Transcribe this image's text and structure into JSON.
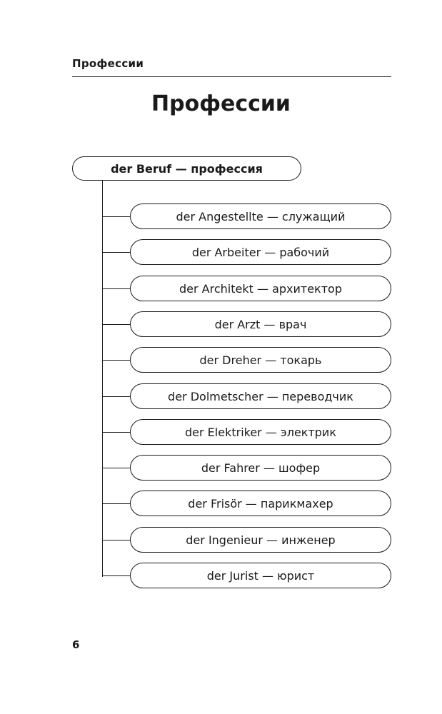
{
  "running_head": "Профессии",
  "title": "Профессии",
  "root": "der Beruf — профессия",
  "items": [
    "der Angestellte — служащий",
    "der Arbeiter — рабочий",
    "der Architekt — архитектор",
    "der Arzt — врач",
    "der Dreher — токарь",
    "der Dolmetscher — переводчик",
    "der Elektriker — электрик",
    "der Fahrer — шофер",
    "der Frisör — парикмахер",
    "der Ingenieur — инженер",
    "der Jurist — юрист"
  ],
  "page_number": "6"
}
